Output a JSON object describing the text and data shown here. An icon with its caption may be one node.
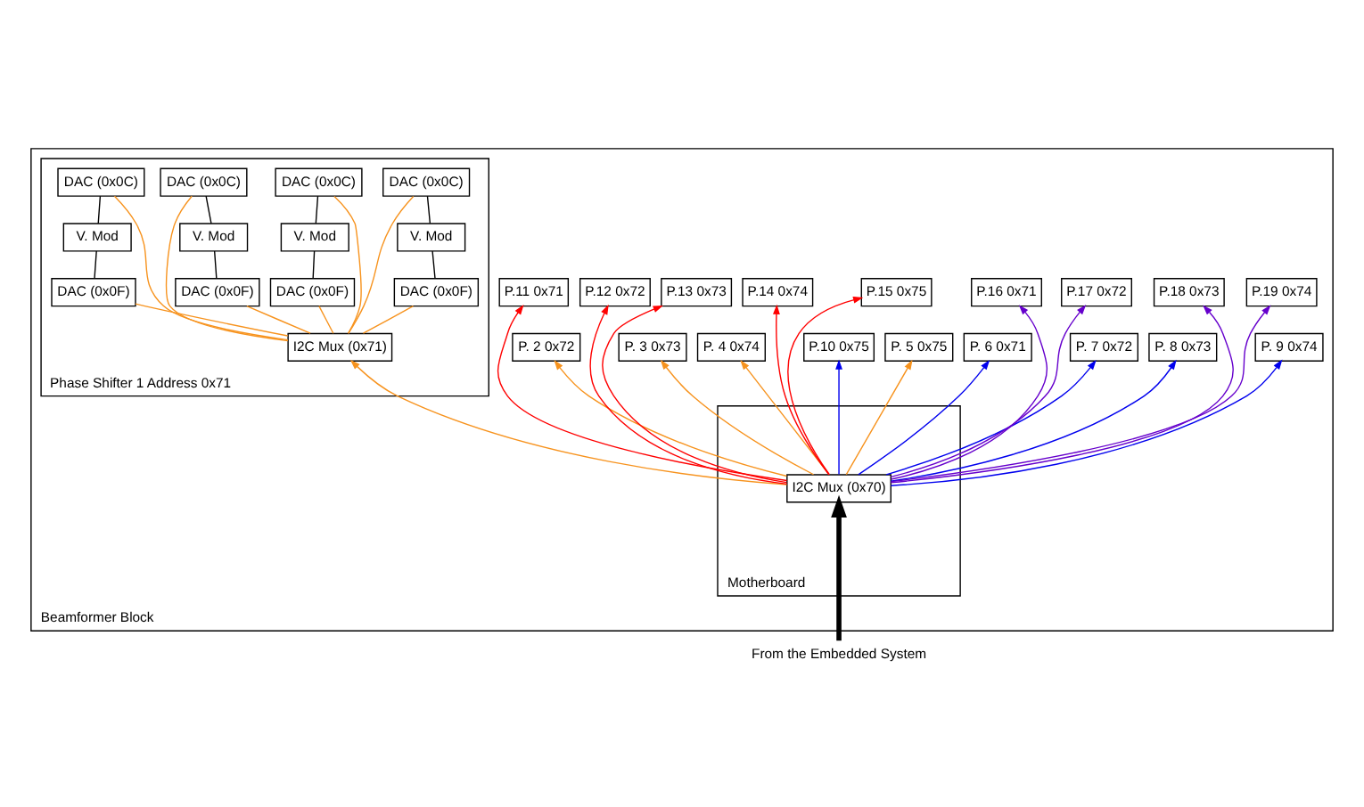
{
  "diagram": {
    "nodes": [
      {
        "text": [
          "Beamformer Block"
        ]
      },
      {
        "text": [
          "Phase Shifter 1 Address 0x71"
        ],
        "in": 0
      },
      {
        "text": [
          "DAC (0x0C)"
        ],
        "in": 1
      },
      {
        "text": [
          "DAC (0x0C)"
        ],
        "in": 1
      },
      {
        "text": [
          "DAC (0x0C)"
        ],
        "in": 1
      },
      {
        "text": [
          "DAC (0x0C)"
        ],
        "in": 1
      },
      {
        "text": [
          "V. Mod"
        ],
        "in": 1
      },
      {
        "text": [
          "V. Mod"
        ],
        "in": 1
      },
      {
        "text": [
          "V. Mod"
        ],
        "in": 1
      },
      {
        "text": [
          "V. Mod"
        ],
        "in": 1
      },
      {
        "text": [
          "DAC (0x0F)"
        ],
        "in": 1
      },
      {
        "text": [
          "DAC (0x0F)"
        ],
        "in": 1
      },
      {
        "text": [
          "DAC (0x0F)"
        ],
        "in": 1
      },
      {
        "text": [
          "DAC (0x0F)"
        ],
        "in": 1
      },
      {
        "text": [
          "I2C Mux (0x71)"
        ],
        "in": 1
      },
      {
        "text": [
          "P. 2 0x72"
        ],
        "in": 0
      },
      {
        "text": [
          "P. 3 0x73"
        ],
        "in": 0
      },
      {
        "text": [
          "P. 4 0x74"
        ],
        "in": 0
      },
      {
        "text": [
          "P. 5 0x75"
        ],
        "in": 0
      },
      {
        "text": [
          "P. 6 0x71"
        ],
        "in": 0
      },
      {
        "text": [
          "P. 7 0x72"
        ],
        "in": 0
      },
      {
        "text": [
          "P. 8 0x73"
        ],
        "in": 0
      },
      {
        "text": [
          "P. 9 0x74"
        ],
        "in": 0
      },
      {
        "text": [
          "P.10 0x75"
        ],
        "in": 0
      },
      {
        "text": [
          "Motherboard"
        ],
        "in": 0
      },
      {
        "text": [
          "I2C Mux (0x70)"
        ],
        "in": 24
      },
      {
        "text": [
          "P.11 0x71"
        ],
        "in": 0
      },
      {
        "text": [
          "P.12 0x72"
        ],
        "in": 0
      },
      {
        "text": [
          "P.13 0x73"
        ],
        "in": 0
      },
      {
        "text": [
          "P.14 0x74"
        ],
        "in": 0
      },
      {
        "text": [
          "P.15 0x75"
        ],
        "in": 0
      },
      {
        "text": [
          "P.16 0x71"
        ],
        "in": 0
      },
      {
        "text": [
          "P.17 0x72"
        ],
        "in": 0
      },
      {
        "text": [
          "P.18 0x73"
        ],
        "in": 0
      },
      {
        "text": [
          "P.19 0x74"
        ],
        "in": 0
      },
      {
        "text": [
          "From the Embedded System"
        ]
      }
    ],
    "edges": [
      {
        "from": 10,
        "to": 6,
        "arrow": "none",
        "color": "#000000"
      },
      {
        "from": 6,
        "to": 2,
        "arrow": "none",
        "color": "#000000"
      },
      {
        "from": 11,
        "to": 7,
        "arrow": "none",
        "color": "#000000"
      },
      {
        "from": 7,
        "to": 3,
        "arrow": "none",
        "color": "#000000"
      },
      {
        "from": 12,
        "to": 8,
        "arrow": "none",
        "color": "#000000"
      },
      {
        "from": 8,
        "to": 4,
        "arrow": "none",
        "color": "#000000"
      },
      {
        "from": 13,
        "to": 9,
        "arrow": "none",
        "color": "#000000"
      },
      {
        "from": 9,
        "to": 5,
        "arrow": "none",
        "color": "#000000"
      },
      {
        "from": 14,
        "to": 2,
        "arrow": "none",
        "color": "#f7931e"
      },
      {
        "from": 14,
        "to": 10,
        "arrow": "none",
        "color": "#f7931e"
      },
      {
        "from": 14,
        "to": 3,
        "arrow": "none",
        "color": "#f7931e"
      },
      {
        "from": 14,
        "to": 11,
        "arrow": "none",
        "color": "#f7931e"
      },
      {
        "from": 14,
        "to": 4,
        "arrow": "none",
        "color": "#f7931e"
      },
      {
        "from": 14,
        "to": 12,
        "arrow": "none",
        "color": "#f7931e"
      },
      {
        "from": 14,
        "to": 5,
        "arrow": "none",
        "color": "#f7931e"
      },
      {
        "from": 14,
        "to": 13,
        "arrow": "none",
        "color": "#f7931e"
      },
      {
        "from": 25,
        "to": 14,
        "arrow": "to",
        "color": "#f7931e"
      },
      {
        "from": 25,
        "to": 15,
        "arrow": "to",
        "color": "#f7931e"
      },
      {
        "from": 25,
        "to": 16,
        "arrow": "to",
        "color": "#f7931e"
      },
      {
        "from": 25,
        "to": 17,
        "arrow": "to",
        "color": "#f7931e"
      },
      {
        "from": 25,
        "to": 18,
        "arrow": "to",
        "color": "#f7931e"
      },
      {
        "from": 25,
        "to": 19,
        "arrow": "to",
        "color": "#0000ee"
      },
      {
        "from": 25,
        "to": 20,
        "arrow": "to",
        "color": "#0000ee"
      },
      {
        "from": 25,
        "to": 21,
        "arrow": "to",
        "color": "#0000ee"
      },
      {
        "from": 25,
        "to": 22,
        "arrow": "to",
        "color": "#0000ee"
      },
      {
        "from": 25,
        "to": 23,
        "arrow": "to",
        "color": "#0000ee"
      },
      {
        "from": 25,
        "to": 26,
        "arrow": "to",
        "color": "#ff0000"
      },
      {
        "from": 25,
        "to": 27,
        "arrow": "to",
        "color": "#ff0000"
      },
      {
        "from": 25,
        "to": 28,
        "arrow": "to",
        "color": "#ff0000"
      },
      {
        "from": 25,
        "to": 29,
        "arrow": "to",
        "color": "#ff0000"
      },
      {
        "from": 25,
        "to": 30,
        "arrow": "to",
        "color": "#ff0000"
      },
      {
        "from": 25,
        "to": 31,
        "arrow": "to",
        "color": "#6600cc"
      },
      {
        "from": 25,
        "to": 32,
        "arrow": "to",
        "color": "#6600cc"
      },
      {
        "from": 25,
        "to": 33,
        "arrow": "to",
        "color": "#6600cc"
      },
      {
        "from": 25,
        "to": 34,
        "arrow": "to",
        "color": "#6600cc"
      },
      {
        "from": 35,
        "to": 25,
        "arrow": "to",
        "style": "thick",
        "color": "#000000"
      }
    ]
  }
}
